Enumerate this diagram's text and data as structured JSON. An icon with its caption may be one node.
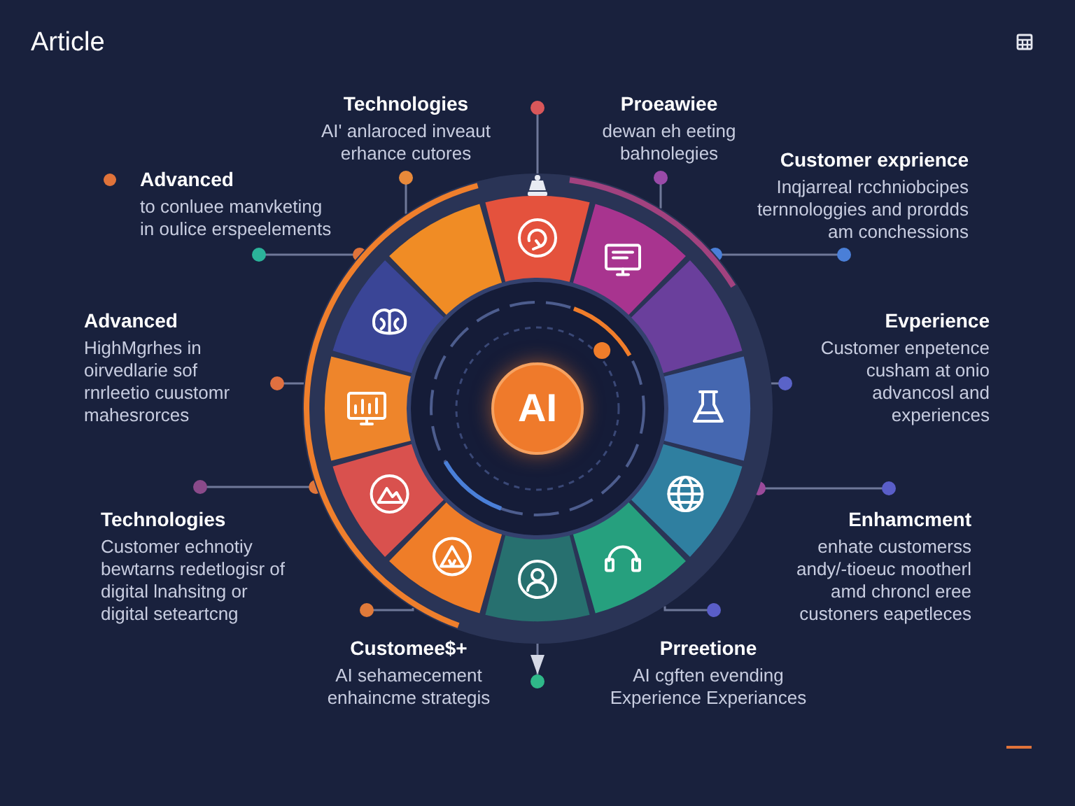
{
  "diagram": {
    "title": "Article",
    "nodes": [
      {
        "text": [
          "Technologies",
          "AI' anlaroced inveaut erhance cutores"
        ]
      },
      {
        "text": [],
        "shape": "circle"
      },
      {
        "text": [
          "Proeawiee",
          "dewan eh eeting bahnolegies"
        ]
      },
      {
        "text": [
          "Advanced",
          "to conluee manvketing in oulice erspeelements"
        ]
      },
      {
        "text": [
          "Customer exprience",
          "Inqjarreal rcchniobcipes ternnologgies and prordds am conchessions"
        ]
      },
      {
        "text": [],
        "shape": "ring"
      },
      {
        "text": [
          "AI"
        ],
        "in": 5
      },
      {
        "text": [
          "Advanced",
          "HighMgrhes in oirvedlarie sof rnrleetio cuustomr mahesrorces"
        ]
      },
      {
        "text": [
          "Evperience",
          "Customer enpetence cusham at onio advancosl and experiences"
        ]
      },
      {
        "text": [
          "Technologies",
          "Customer echnotiy bewtarns redetlogisr of digital lnahsitng or digital seteartcng"
        ]
      },
      {
        "text": [
          "Enhamcment",
          "enhate customerss andy/-tioeuc mootherl amd chroncl eree custoners eapetleces"
        ]
      },
      {
        "text": [
          "Customee$+",
          "AI sehamecement enhaincme strategis"
        ]
      },
      {
        "text": [],
        "shape": "circle"
      },
      {
        "text": [
          "Prreetione",
          "AI cgften evending Experience Experiances"
        ]
      }
    ],
    "edges": [
      {
        "from": 1,
        "to": 5,
        "arrow": "none"
      },
      {
        "from": 0,
        "to": 5,
        "arrow": "other"
      },
      {
        "from": 2,
        "to": 5,
        "arrow": "other"
      },
      {
        "from": 3,
        "to": 5,
        "arrow": "other"
      },
      {
        "from": 4,
        "to": 5,
        "arrow": "other"
      },
      {
        "from": 7,
        "to": 5,
        "arrow": "other"
      },
      {
        "from": 8,
        "to": 5,
        "arrow": "other"
      },
      {
        "from": 9,
        "to": 5,
        "arrow": "other"
      },
      {
        "from": 10,
        "to": 5,
        "arrow": "other"
      },
      {
        "from": 11,
        "to": 5,
        "arrow": "other"
      },
      {
        "from": 13,
        "to": 5,
        "arrow": "other"
      },
      {
        "from": 5,
        "to": 12,
        "arrow": "to"
      }
    ]
  }
}
